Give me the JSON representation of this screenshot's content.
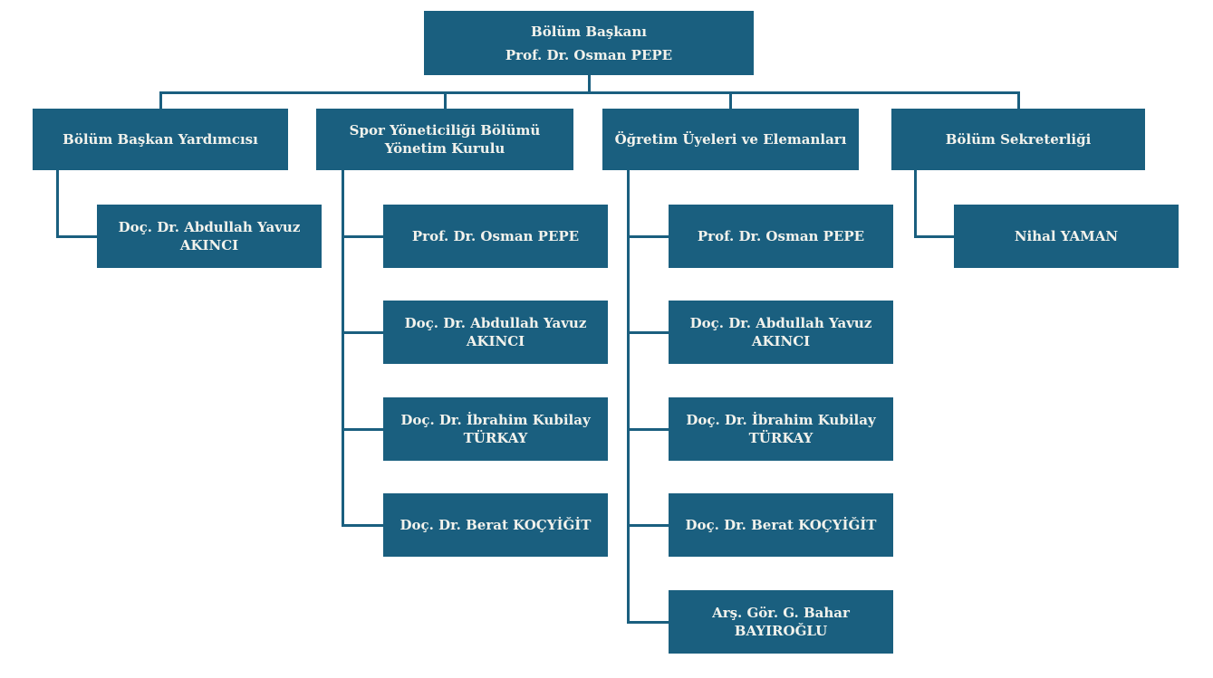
{
  "colors": {
    "node_fill": "#1a5f7f",
    "node_text": "#f2f2ec",
    "connector": "#1a5f7f",
    "background": "#ffffff"
  },
  "org_chart": {
    "root": {
      "title": "Bölüm Başkanı",
      "name": "Prof. Dr. Osman PEPE"
    },
    "branches": [
      {
        "label": "Bölüm Başkan Yardımcısı",
        "members": [
          "Doç. Dr. Abdullah Yavuz AKINCI"
        ]
      },
      {
        "label": "Spor Yöneticiliği Bölümü Yönetim Kurulu",
        "members": [
          "Prof. Dr. Osman PEPE",
          "Doç. Dr. Abdullah Yavuz AKINCI",
          "Doç. Dr. İbrahim Kubilay TÜRKAY",
          "Doç. Dr. Berat KOÇYİĞİT"
        ]
      },
      {
        "label": "Öğretim Üyeleri ve Elemanları",
        "members": [
          "Prof. Dr. Osman PEPE",
          "Doç. Dr. Abdullah Yavuz AKINCI",
          "Doç. Dr. İbrahim Kubilay TÜRKAY",
          "Doç. Dr. Berat KOÇYİĞİT",
          "Arş. Gör. G. Bahar BAYIROĞLU"
        ]
      },
      {
        "label": "Bölüm Sekreterliği",
        "members": [
          "Nihal YAMAN"
        ]
      }
    ]
  }
}
